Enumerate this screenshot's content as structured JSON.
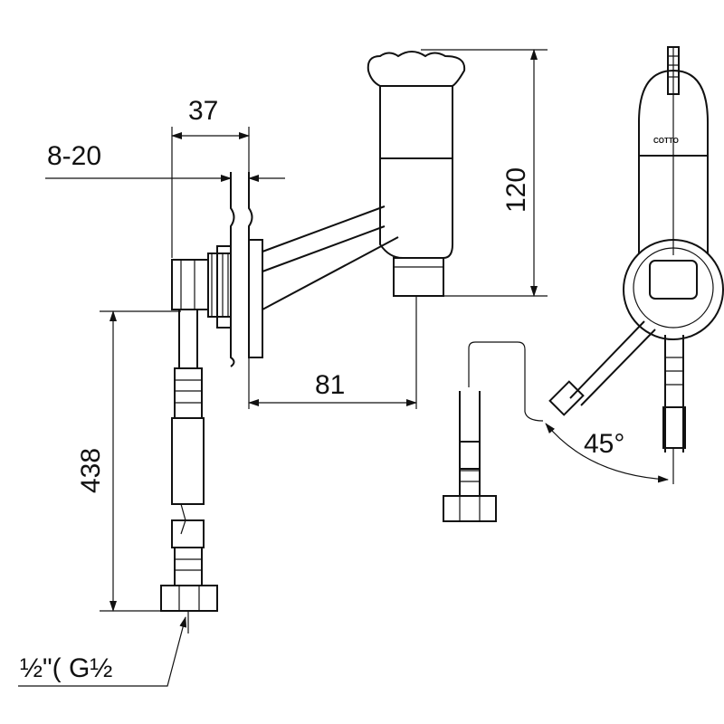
{
  "drawing": {
    "dimensions": {
      "d37": "37",
      "d8_20": "8-20",
      "d120": "120",
      "d81": "81",
      "d438": "438",
      "angle": "45°"
    },
    "thread_label": "½\"( G½",
    "brand_logo": "COTTO"
  }
}
